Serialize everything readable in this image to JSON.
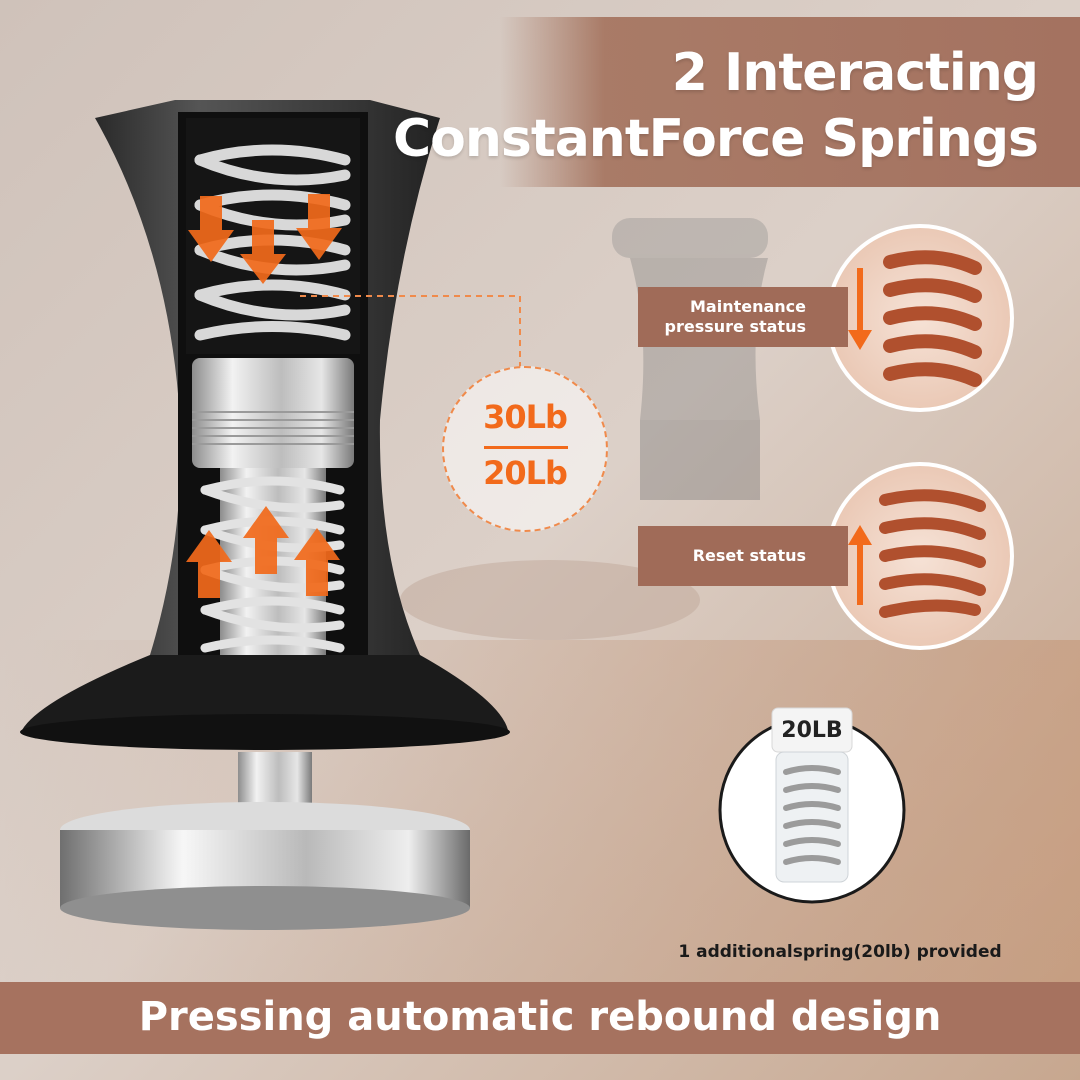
{
  "title": {
    "line1": "2 Interacting",
    "line2": "ConstantForce Springs"
  },
  "weights": {
    "top": "30Lb",
    "bottom": "20Lb"
  },
  "status": {
    "maintenance": "Maintenance pressure status",
    "reset": "Reset status"
  },
  "spare_spring": {
    "jar_label": "20LB",
    "caption": "1 additionalspring(20lb) provided"
  },
  "footer": {
    "text": "Pressing automatic rebound design"
  },
  "colors": {
    "accent_orange": "#f26a1b",
    "banner_brown": "#a6725f",
    "spring_copper": "#b0502e",
    "tamper_black": "#1b1b1b",
    "steel": "#c9c9c9"
  },
  "icons": {
    "down_arrow": "pressure-down-arrow-icon",
    "up_arrow": "rebound-up-arrow-icon"
  }
}
